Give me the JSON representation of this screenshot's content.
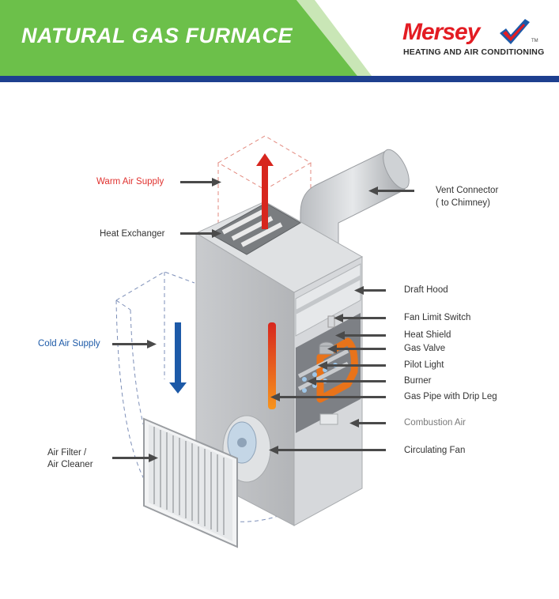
{
  "header": {
    "title": "NATURAL GAS FURNACE",
    "brand": "Mersey",
    "tm": "TM",
    "tagline": "HEATING AND AIR CONDITIONING"
  },
  "colors": {
    "header_green": "#6cc04a",
    "brand_red": "#e31c23",
    "bar_blue": "#1d3f8f",
    "warm_red": "#e0312e",
    "cold_blue": "#1d5aa8"
  },
  "labels": {
    "warm_air_supply": "Warm Air Supply",
    "heat_exchanger": "Heat Exchanger",
    "cold_air_supply": "Cold Air Supply",
    "air_filter_1": "Air Filter /",
    "air_filter_2": "Air Cleaner",
    "vent_connector_1": "Vent Connector",
    "vent_connector_2": "( to Chimney)",
    "draft_hood": "Draft Hood",
    "fan_limit_switch": "Fan Limit Switch",
    "heat_shield": "Heat Shield",
    "gas_valve": "Gas Valve",
    "pilot_light": "Pilot Light",
    "burner": "Burner",
    "gas_pipe": "Gas Pipe with Drip Leg",
    "combustion_air": "Combustion Air",
    "circulating_fan": "Circulating Fan"
  }
}
